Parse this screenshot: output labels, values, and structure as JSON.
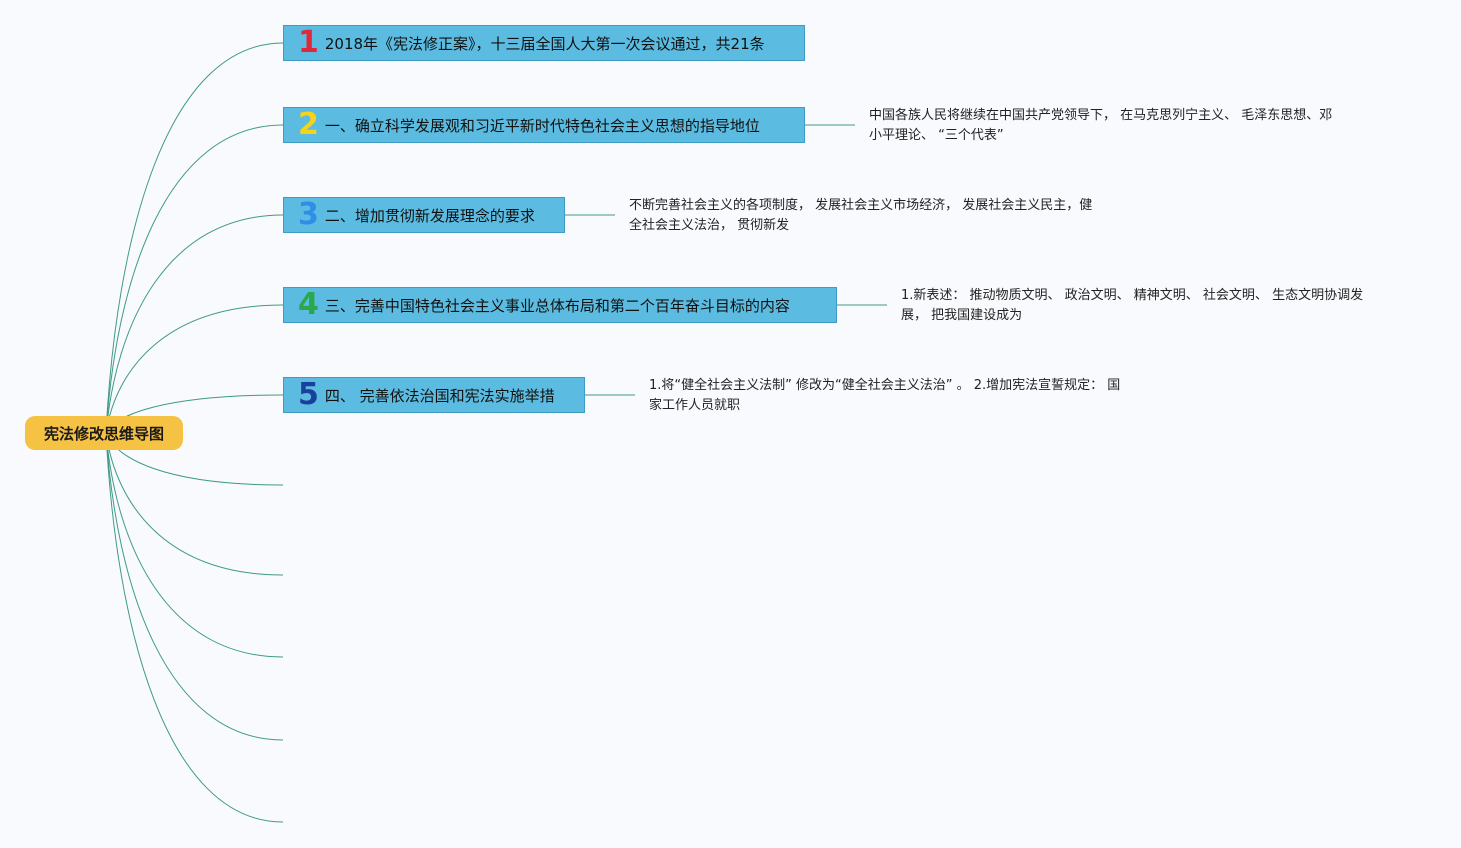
{
  "root": {
    "label": "宪法修改思维导图"
  },
  "topics": [
    {
      "number": "1",
      "number_color": "#e0283c",
      "label": "2018年《宪法修正案》，十三届全国人大第一次会议通过，共21条",
      "note_lines": []
    },
    {
      "number": "2",
      "number_color": "#f7d21b",
      "label": "一、确立科学发展观和习近平新时代特色社会主义思想的指导地位",
      "note_lines": [
        "中国各族人民将继续在中国共产党领导下， 在马克思列宁主义、 毛泽东思想、邓",
        "小平理论、 “三个代表”"
      ]
    },
    {
      "number": "3",
      "number_color": "#2f8fe8",
      "label": "二、增加贯彻新发展理念的要求",
      "note_lines": [
        "不断完善社会主义的各项制度， 发展社会主义市场经济， 发展社会主义民主，健",
        "全社会主义法治， 贯彻新发"
      ]
    },
    {
      "number": "4",
      "number_color": "#2aa84a",
      "label": "三、完善中国特色社会主义事业总体布局和第二个百年奋斗目标的内容",
      "note_lines": [
        "1.新表述： 推动物质文明、 政治文明、 精神文明、 社会文明、 生态文明协调发",
        "展， 把我国建设成为"
      ]
    },
    {
      "number": "5",
      "number_color": "#1a3f9c",
      "label": "四、 完善依法治国和宪法实施举措",
      "note_lines": [
        "1.将“健全社会主义法制” 修改为“健全社会主义法治” 。 2.增加宪法宣誓规定： 国",
        "家工作人员就职"
      ]
    }
  ],
  "colors": {
    "root_fill": "#f6c243",
    "topic_fill": "#5bbbe0",
    "connector": "#3f9a86",
    "background": "#f8fafe"
  }
}
